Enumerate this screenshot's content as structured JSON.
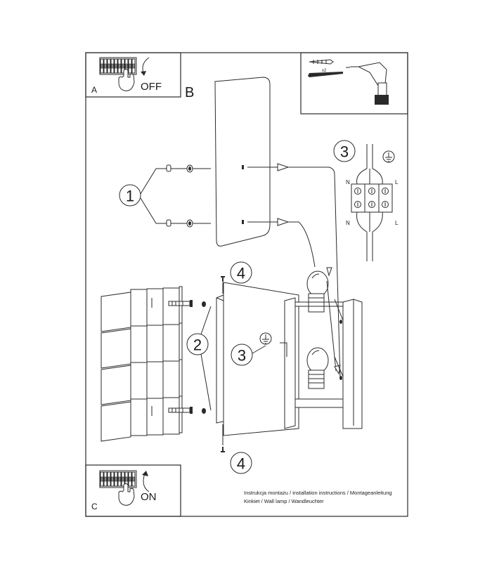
{
  "panels": {
    "a": {
      "letter": "A",
      "action": "OFF"
    },
    "b": {
      "letter": "B"
    },
    "c": {
      "letter": "C",
      "action": "ON"
    }
  },
  "tools": {
    "anchor_count": "x2"
  },
  "callouts": {
    "step_1": "1",
    "step_2": "2",
    "step_3_top": "3",
    "step_3_mid": "3",
    "step_4_top": "4",
    "step_4_bottom": "4"
  },
  "terminal_block": {
    "left_top": "N",
    "right_top": "L",
    "left_bottom": "N",
    "right_bottom": "L"
  },
  "caption": {
    "line1": "Instrukcja montażu / installation instructions / Montageanleitung",
    "line2": "Kinkiet / Wall lamp / Wandleuchter"
  }
}
